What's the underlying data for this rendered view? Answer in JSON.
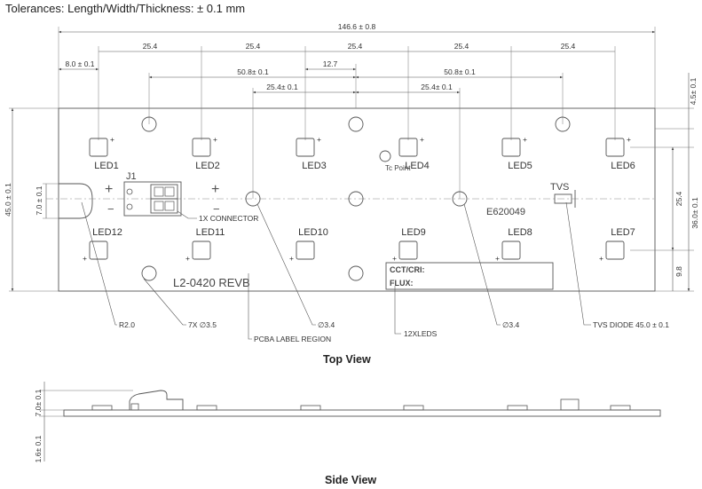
{
  "header": {
    "tolerances": "Tolerances: Length/Width/Thickness: ± 0.1 mm"
  },
  "views": {
    "top": "Top View",
    "side": "Side View"
  },
  "dimensions": {
    "overall_length": "146.6 ± 0.8",
    "offset_first": "8.0 ± 0.1",
    "pitch": "25.4",
    "pitch_half": "12.7",
    "span_508_a": "50.8± 0.1",
    "span_508_b": "50.8± 0.1",
    "span_254_a": "25.4± 0.1",
    "span_254_b": "25.4± 0.1",
    "width": "45.0 ± 0.1",
    "connector_offset": "7.0 ± 0.1",
    "top_offset": "4.5± 0.1",
    "right_254": "25.4",
    "right_360": "36.0± 0.1",
    "right_98": "9.8",
    "side_height": "7.0± 0.1",
    "side_thickness": "1.6± 0.1"
  },
  "leds": {
    "top_row": [
      "LED1",
      "LED2",
      "LED3",
      "LED4",
      "LED5",
      "LED6"
    ],
    "bottom_row": [
      "LED12",
      "LED11",
      "LED10",
      "LED9",
      "LED8",
      "LED7"
    ]
  },
  "board": {
    "connector_ref": "J1",
    "tvs_ref": "TVS",
    "serial": "E620049",
    "revision": "L2-0420 REVB",
    "tc_point": "Tc Point",
    "cct_cri": "CCT/CRI:",
    "flux": "FLUX:",
    "plus": "+",
    "minus": "−"
  },
  "callouts": {
    "connector": "1X CONNECTOR",
    "radius": "R2.0",
    "holes_7x": "7X ∅3.5",
    "pcba_label": "PCBA LABEL REGION",
    "hole_a": "∅3.4",
    "hole_b": "∅3.4",
    "leds_count": "12XLEDS",
    "tvs_diode": "TVS DIODE 45.0 ± 0.1"
  }
}
